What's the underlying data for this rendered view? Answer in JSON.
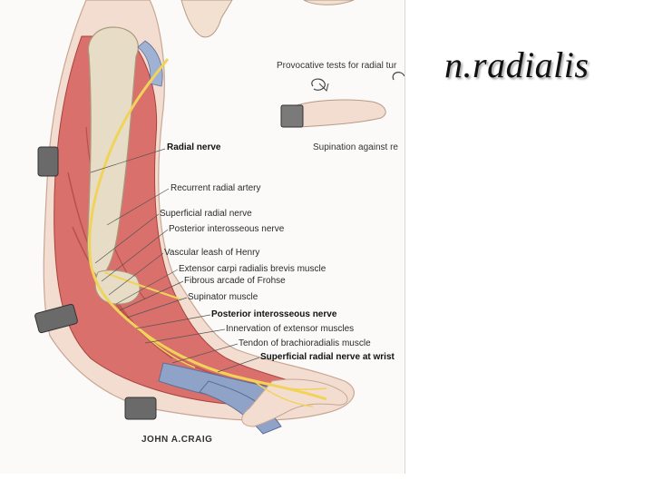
{
  "slide": {
    "title": "n.radialis"
  },
  "inset": {
    "title": "Provocative tests for radial tur",
    "caption": "Supination against re"
  },
  "labels": {
    "radial_nerve": "Radial nerve",
    "recurrent_radial_artery": "Recurrent radial artery",
    "superficial_radial_nerve": "Superficial radial nerve",
    "posterior_interosseous_nerve": "Posterior interosseous nerve",
    "vascular_leash": "Vascular leash of Henry",
    "ecrb": "Extensor carpi radialis brevis muscle",
    "arcade_frohse": "Fibrous arcade of Frohse",
    "supinator": "Supinator muscle",
    "pin_bold": "Posterior interosseous nerve",
    "innervation": "Innervation of extensor muscles",
    "tendon_br": "Tendon of brachioradialis muscle",
    "srn_wrist": "Superficial radial nerve at wrist"
  },
  "signature": "JOHN A.CRAIG"
}
